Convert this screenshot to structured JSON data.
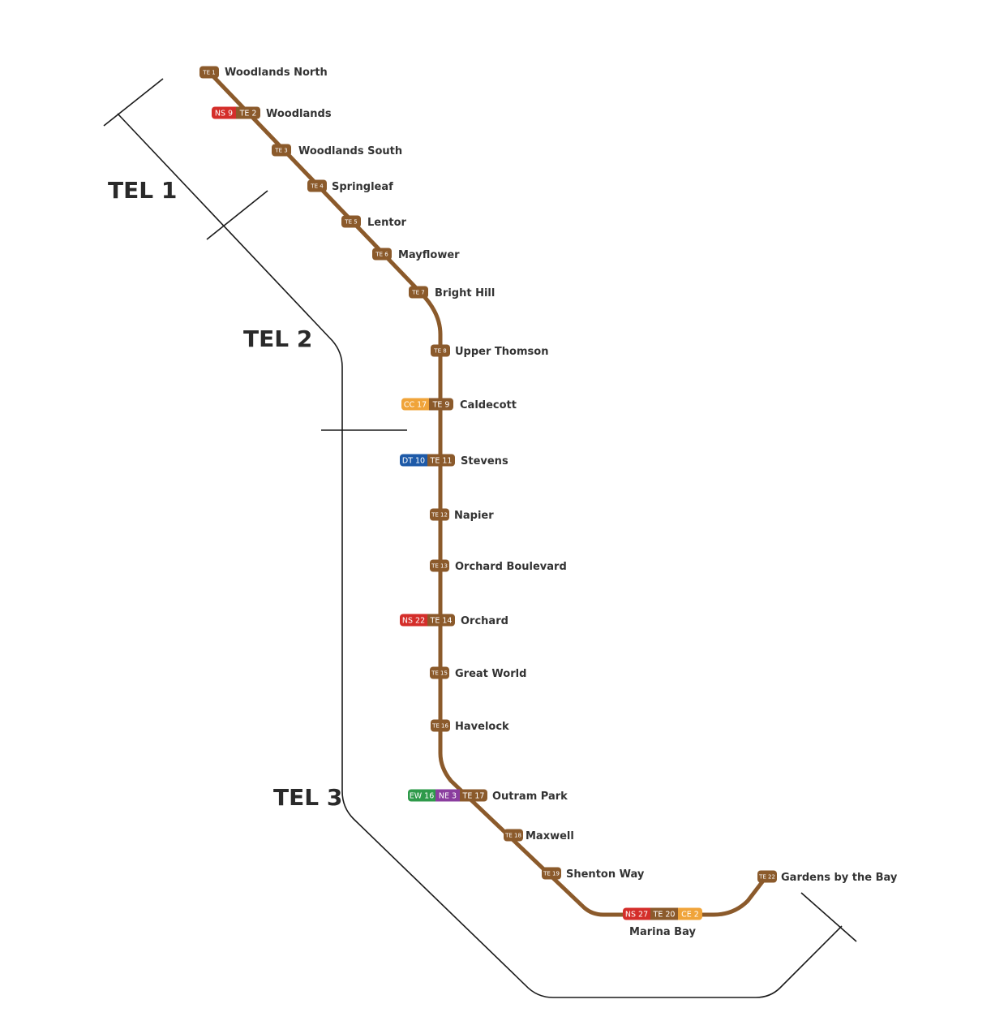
{
  "colors": {
    "TE": "#8b5a2b",
    "NS": "#d42e2a",
    "CC": "#f0a43a",
    "CE": "#f0a43a",
    "DT": "#1e5aa8",
    "EW": "#2e9a4a",
    "NE": "#8a3d9e",
    "bracket": "#1a1a1a",
    "text": "#333333"
  },
  "stages": [
    {
      "label": "TEL 1"
    },
    {
      "label": "TEL 2"
    },
    {
      "label": "TEL 3"
    }
  ],
  "stations": [
    {
      "name": "Woodlands North",
      "codes": [
        {
          "line": "TE",
          "text": "TE 1"
        }
      ]
    },
    {
      "name": "Woodlands",
      "codes": [
        {
          "line": "NS",
          "text": "NS 9"
        },
        {
          "line": "TE",
          "text": "TE 2"
        }
      ]
    },
    {
      "name": "Woodlands South",
      "codes": [
        {
          "line": "TE",
          "text": "TE 3"
        }
      ]
    },
    {
      "name": "Springleaf",
      "codes": [
        {
          "line": "TE",
          "text": "TE 4"
        }
      ]
    },
    {
      "name": "Lentor",
      "codes": [
        {
          "line": "TE",
          "text": "TE 5"
        }
      ]
    },
    {
      "name": "Mayflower",
      "codes": [
        {
          "line": "TE",
          "text": "TE 6"
        }
      ]
    },
    {
      "name": "Bright Hill",
      "codes": [
        {
          "line": "TE",
          "text": "TE 7"
        }
      ]
    },
    {
      "name": "Upper Thomson",
      "codes": [
        {
          "line": "TE",
          "text": "TE 8"
        }
      ]
    },
    {
      "name": "Caldecott",
      "codes": [
        {
          "line": "CC",
          "text": "CC 17"
        },
        {
          "line": "TE",
          "text": "TE 9"
        }
      ]
    },
    {
      "name": "Stevens",
      "codes": [
        {
          "line": "DT",
          "text": "DT 10"
        },
        {
          "line": "TE",
          "text": "TE 11"
        }
      ]
    },
    {
      "name": "Napier",
      "codes": [
        {
          "line": "TE",
          "text": "TE 12"
        }
      ]
    },
    {
      "name": "Orchard Boulevard",
      "codes": [
        {
          "line": "TE",
          "text": "TE 13"
        }
      ]
    },
    {
      "name": "Orchard",
      "codes": [
        {
          "line": "NS",
          "text": "NS 22"
        },
        {
          "line": "TE",
          "text": "TE 14"
        }
      ]
    },
    {
      "name": "Great World",
      "codes": [
        {
          "line": "TE",
          "text": "TE 15"
        }
      ]
    },
    {
      "name": "Havelock",
      "codes": [
        {
          "line": "TE",
          "text": "TE 16"
        }
      ]
    },
    {
      "name": "Outram Park",
      "codes": [
        {
          "line": "EW",
          "text": "EW 16"
        },
        {
          "line": "NE",
          "text": "NE 3"
        },
        {
          "line": "TE",
          "text": "TE 17"
        }
      ]
    },
    {
      "name": "Maxwell",
      "codes": [
        {
          "line": "TE",
          "text": "TE 18"
        }
      ]
    },
    {
      "name": "Shenton Way",
      "codes": [
        {
          "line": "TE",
          "text": "TE 19"
        }
      ]
    },
    {
      "name": "Marina Bay",
      "codes": [
        {
          "line": "NS",
          "text": "NS 27"
        },
        {
          "line": "TE",
          "text": "TE 20"
        },
        {
          "line": "CE",
          "text": "CE 2"
        }
      ]
    },
    {
      "name": "Gardens by the Bay",
      "codes": [
        {
          "line": "TE",
          "text": "TE 22"
        }
      ]
    }
  ]
}
